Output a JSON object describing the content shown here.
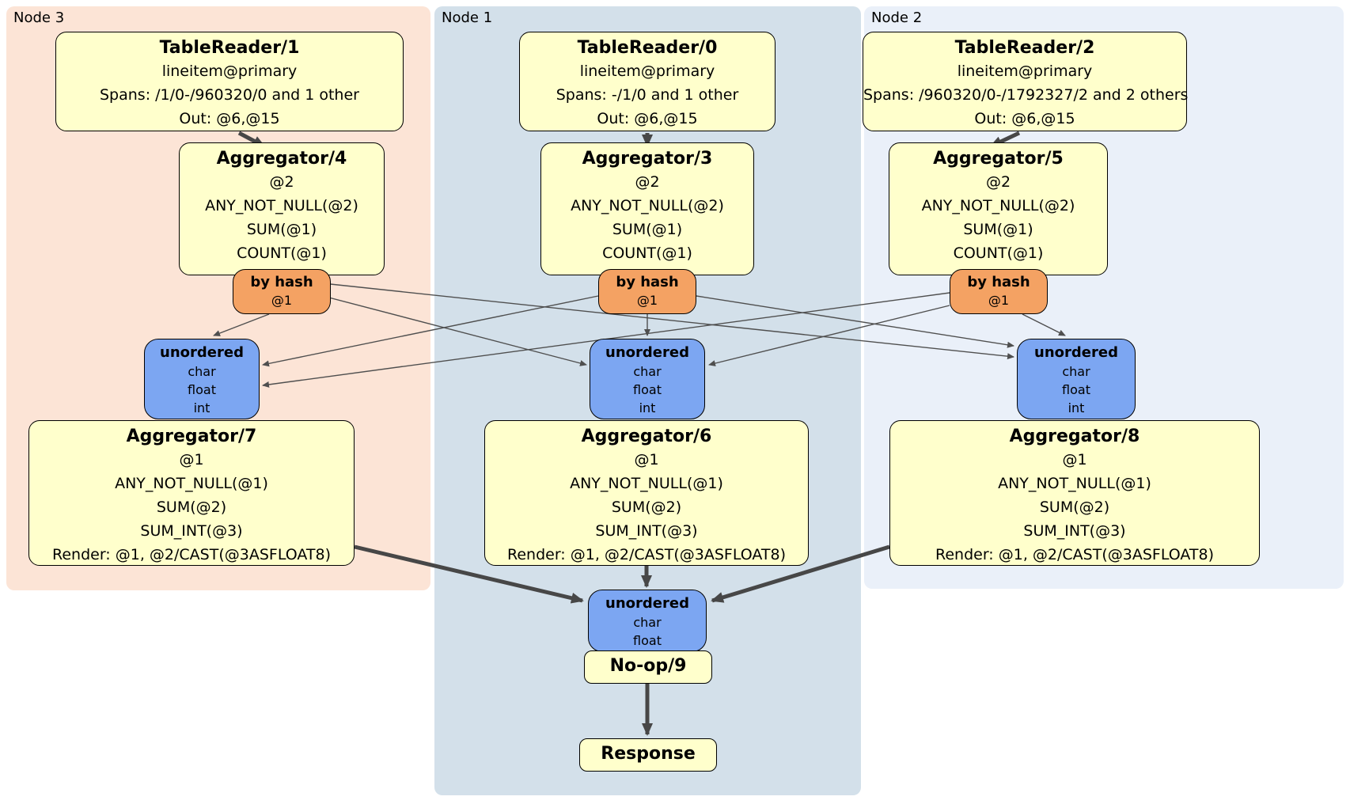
{
  "colors": {
    "node3_bg": "#fce4d6",
    "node1_bg": "#d3e0ea",
    "node2_bg": "#eaf0f9",
    "processor_fill": "#ffffcc",
    "router_fill": "#f4a263",
    "sync_fill": "#7ca6f2",
    "edge_thick": "#474747",
    "edge_thin": "#4f4f4f"
  },
  "regions": [
    {
      "label": "Node 3",
      "table_reader": {
        "title": "TableReader/1",
        "lines": [
          "lineitem@primary",
          "Spans: /1/0-/960320/0 and 1 other",
          "Out: @6,@15"
        ]
      },
      "aggregator_top": {
        "title": "Aggregator/4",
        "lines": [
          "@2",
          "ANY_NOT_NULL(@2)",
          "SUM(@1)",
          "COUNT(@1)"
        ]
      },
      "router": {
        "title": "by hash",
        "key": "@1"
      },
      "sync": {
        "title": "unordered",
        "streams": [
          "char",
          "float",
          "int"
        ]
      },
      "aggregator_bottom": {
        "title": "Aggregator/7",
        "lines": [
          "@1",
          "ANY_NOT_NULL(@1)",
          "SUM(@2)",
          "SUM_INT(@3)",
          "Render: @1, @2/CAST(@3ASFLOAT8)"
        ]
      }
    },
    {
      "label": "Node 1",
      "table_reader": {
        "title": "TableReader/0",
        "lines": [
          "lineitem@primary",
          "Spans: -/1/0 and 1 other",
          "Out: @6,@15"
        ]
      },
      "aggregator_top": {
        "title": "Aggregator/3",
        "lines": [
          "@2",
          "ANY_NOT_NULL(@2)",
          "SUM(@1)",
          "COUNT(@1)"
        ]
      },
      "router": {
        "title": "by hash",
        "key": "@1"
      },
      "sync": {
        "title": "unordered",
        "streams": [
          "char",
          "float",
          "int"
        ]
      },
      "aggregator_bottom": {
        "title": "Aggregator/6",
        "lines": [
          "@1",
          "ANY_NOT_NULL(@1)",
          "SUM(@2)",
          "SUM_INT(@3)",
          "Render: @1, @2/CAST(@3ASFLOAT8)"
        ]
      }
    },
    {
      "label": "Node 2",
      "table_reader": {
        "title": "TableReader/2",
        "lines": [
          "lineitem@primary",
          "Spans: /960320/0-/1792327/2 and 2 others",
          "Out: @6,@15"
        ]
      },
      "aggregator_top": {
        "title": "Aggregator/5",
        "lines": [
          "@2",
          "ANY_NOT_NULL(@2)",
          "SUM(@1)",
          "COUNT(@1)"
        ]
      },
      "router": {
        "title": "by hash",
        "key": "@1"
      },
      "sync": {
        "title": "unordered",
        "streams": [
          "char",
          "float",
          "int"
        ]
      },
      "aggregator_bottom": {
        "title": "Aggregator/8",
        "lines": [
          "@1",
          "ANY_NOT_NULL(@1)",
          "SUM(@2)",
          "SUM_INT(@3)",
          "Render: @1, @2/CAST(@3ASFLOAT8)"
        ]
      }
    }
  ],
  "final": {
    "sync": {
      "title": "unordered",
      "streams": [
        "char",
        "float"
      ]
    },
    "noop": {
      "title": "No-op/9"
    },
    "response": {
      "title": "Response"
    }
  }
}
